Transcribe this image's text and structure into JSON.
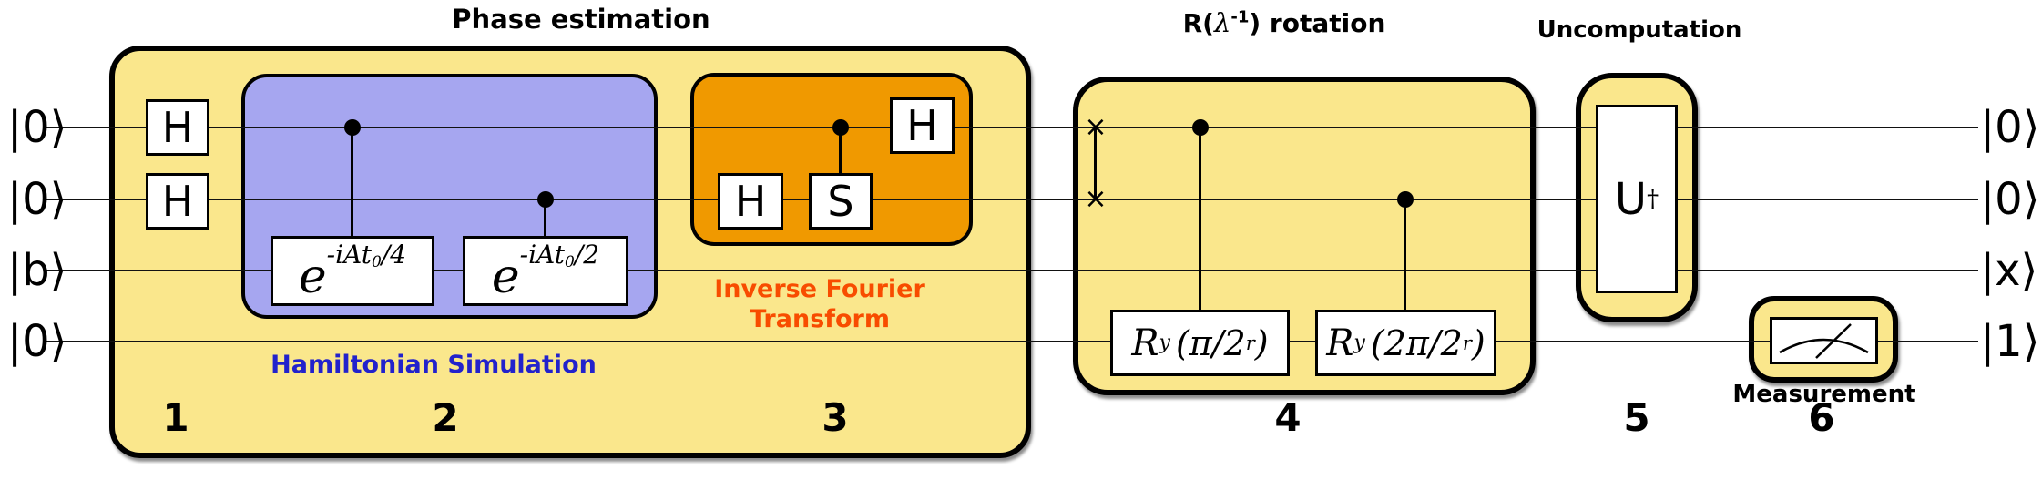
{
  "titles": {
    "phase": "Phase estimation",
    "rotation": {
      "pre": "R(",
      "lambda": "λ",
      "sup": "-1",
      "post": ") rotation"
    },
    "uncomputation": "Uncomputation",
    "measurement": "Measurement"
  },
  "labels": {
    "hamiltonian": "Hamiltonian Simulation",
    "fourier1": "Inverse Fourier",
    "fourier2": "Transform"
  },
  "steps": [
    "1",
    "2",
    "3",
    "4",
    "5",
    "6"
  ],
  "qubits": {
    "in": [
      "|0⟩",
      "|0⟩",
      "|b⟩",
      "|0⟩"
    ],
    "out": [
      "|0⟩",
      "|0⟩",
      "|x⟩",
      "|1⟩"
    ]
  },
  "gates": {
    "h": "H",
    "s": "S",
    "e1": {
      "base": "e",
      "exp": "-iAt",
      "sub": "0",
      "tail": "/4"
    },
    "e2": {
      "base": "e",
      "exp": "-iAt",
      "sub": "0",
      "tail": "/2"
    },
    "ry1": {
      "base": "R",
      "sub": "y",
      "arg": "(π/2",
      "sup": "r",
      "close": ")"
    },
    "ry2": {
      "base": "R",
      "sub": "y",
      "arg": "(2π/2",
      "sup": "r",
      "close": ")"
    },
    "udag": {
      "base": "U",
      "sup": "†"
    }
  },
  "icons": {
    "swap": "×"
  },
  "colors": {
    "background": "#FFFFFF",
    "box_yellow": "#FAE78C",
    "box_blue": "#A6A6F0",
    "box_orange": "#F09900",
    "label_blue": "#2222CC",
    "label_orange_red": "#F84C00",
    "line_black": "#000000"
  }
}
